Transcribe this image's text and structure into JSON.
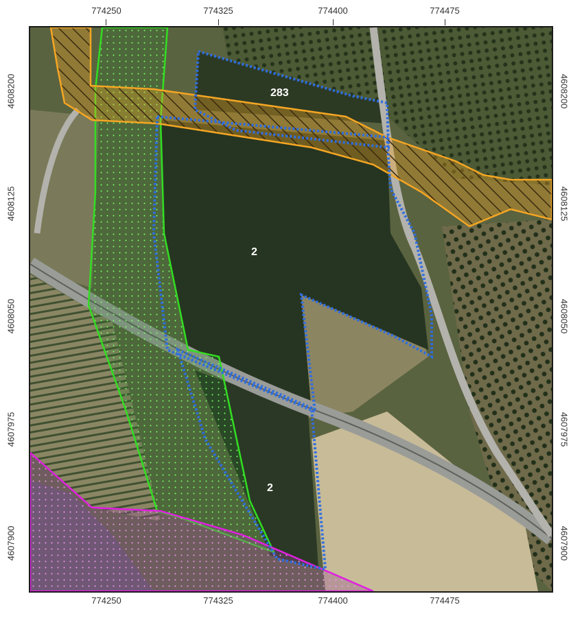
{
  "axes": {
    "x_ticks": [
      "774250",
      "774325",
      "774400",
      "774475"
    ],
    "y_ticks": [
      "4608200",
      "4608125",
      "4608050",
      "4607975",
      "4607900"
    ]
  },
  "parcels": [
    {
      "label": "283"
    },
    {
      "label": "2"
    },
    {
      "label": "2"
    }
  ],
  "colors": {
    "parcel_boundary": "#2f6ee0",
    "hatched_corridor": "#f5a623",
    "green_zone": "#33dd22",
    "magenta_zone": "#e020e0",
    "frame": "#1a1a1a"
  }
}
